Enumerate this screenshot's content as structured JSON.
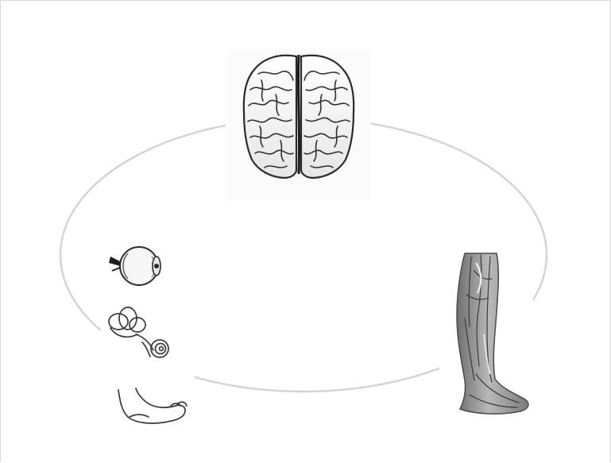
{
  "diagram": {
    "nodes": [
      {
        "id": "brain",
        "icon": "brain-icon"
      },
      {
        "id": "eye",
        "icon": "eye-icon"
      },
      {
        "id": "inner-ear",
        "icon": "inner-ear-icon"
      },
      {
        "id": "foot",
        "icon": "foot-icon"
      },
      {
        "id": "leg-muscles",
        "icon": "leg-muscles-icon"
      }
    ],
    "loop": {
      "color": "#d4d4d4"
    },
    "colors": {
      "ink": "#2b2b2b",
      "shade": "#8a8a8a",
      "light": "#cfcfcf",
      "paper": "#ffffff"
    }
  }
}
